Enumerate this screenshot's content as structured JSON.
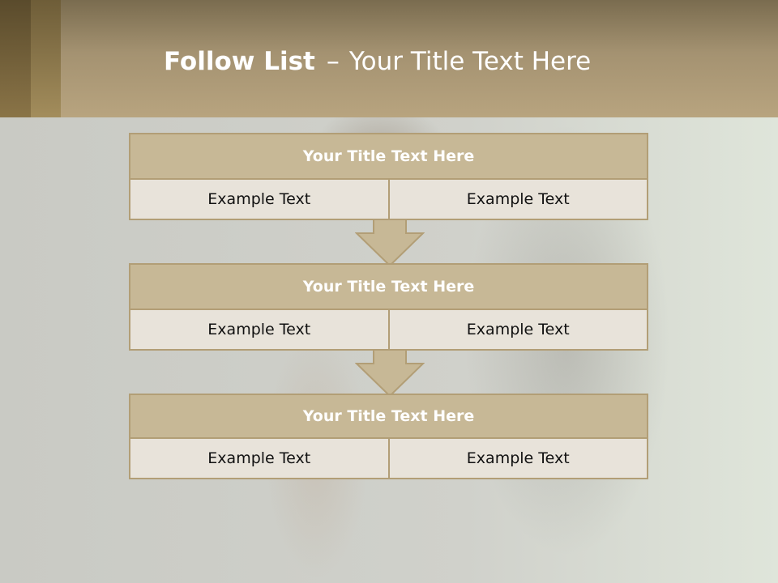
{
  "slide": {
    "title_bold": "Follow List",
    "title_separator": "–",
    "title_rest": "Your Title Text Here"
  },
  "steps": [
    {
      "title": "Your Title Text Here",
      "left": "Example Text",
      "right": "Example Text"
    },
    {
      "title": "Your Title Text Here",
      "left": "Example Text",
      "right": "Example Text"
    },
    {
      "title": "Your Title Text Here",
      "left": "Example Text",
      "right": "Example Text"
    }
  ],
  "colors": {
    "header_fill": "#c7b896",
    "border": "#b29e76",
    "cell_fill": "#e8e3da",
    "arrow_fill": "#c7b896"
  }
}
